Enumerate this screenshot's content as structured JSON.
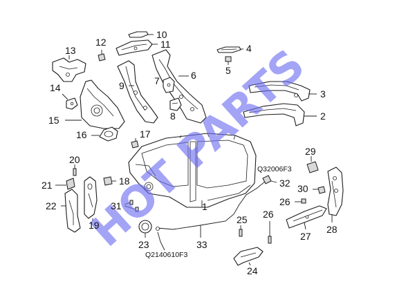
{
  "watermark": "HOT PARTS",
  "watermark_color": "#6a6cf0",
  "callouts": {
    "c1": "1",
    "c2": "2",
    "c3": "3",
    "c4": "4",
    "c5": "5",
    "c6": "6",
    "c7": "7",
    "c8": "8",
    "c9": "9",
    "c10": "10",
    "c11": "11",
    "c12": "12",
    "c13": "13",
    "c14": "14",
    "c15": "15",
    "c16": "16",
    "c17": "17",
    "c18": "18",
    "c19": "19",
    "c20": "20",
    "c21": "21",
    "c22": "22",
    "c23": "23",
    "c24": "24",
    "c25": "25",
    "c26a": "26",
    "c26b": "26",
    "c27": "27",
    "c28": "28",
    "c29": "29",
    "c30": "30",
    "c31": "31",
    "c32": "32",
    "c33": "33"
  },
  "part_codes": {
    "cable_code": "Q32006F3",
    "lower_code": "Q2140610F3"
  }
}
